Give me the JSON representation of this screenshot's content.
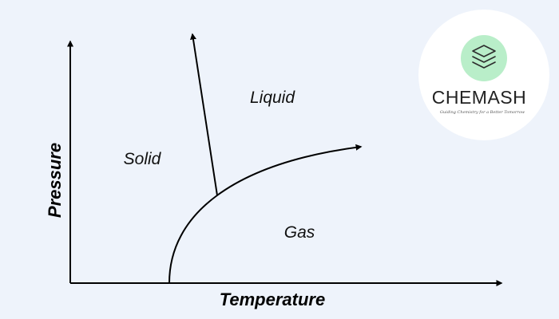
{
  "diagram": {
    "axes": {
      "x_label": "Temperature",
      "y_label": "Pressure"
    },
    "regions": {
      "solid": "Solid",
      "liquid": "Liquid",
      "gas": "Gas"
    }
  },
  "logo": {
    "wordmark": "CHEMASH",
    "tagline": "Guiding Chemistry for a Better Tomorrow",
    "icon": "stacked-layers-icon",
    "icon_color": "#b9eec9"
  },
  "colors": {
    "background": "#eef3fb",
    "line": "#000000",
    "logo_circle": "#ffffff"
  }
}
